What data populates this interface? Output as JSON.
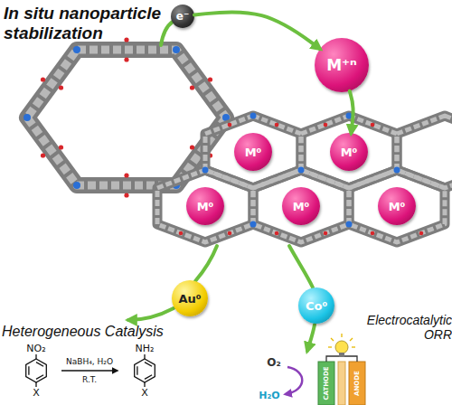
{
  "diagram": {
    "title": "In situ nanoparticle stabilization",
    "nodes": [
      {
        "text": [
          "e⁻"
        ]
      },
      {
        "text": [
          "M⁺ⁿ"
        ]
      },
      {
        "text": [
          "M⁰"
        ]
      },
      {
        "text": [
          "M⁰"
        ]
      },
      {
        "text": [
          "M⁰"
        ]
      },
      {
        "text": [
          "M⁰"
        ]
      },
      {
        "text": [
          "M⁰"
        ]
      },
      {
        "text": [
          "Au⁰"
        ]
      },
      {
        "text": [
          "Co⁰"
        ]
      }
    ],
    "edges": [
      {
        "from": 0,
        "to": 1,
        "arrow": "to"
      },
      {
        "from": 1,
        "to": 3,
        "arrow": "to"
      }
    ],
    "labels": [
      "Heterogeneous Catalysis",
      "Electrocatalytic ORR",
      "NO₂",
      "X",
      "NaBH₄, H₂O",
      "R.T.",
      "NH₂",
      "X",
      "O₂",
      "H₂O",
      "CATHODE",
      "ANODE"
    ]
  }
}
